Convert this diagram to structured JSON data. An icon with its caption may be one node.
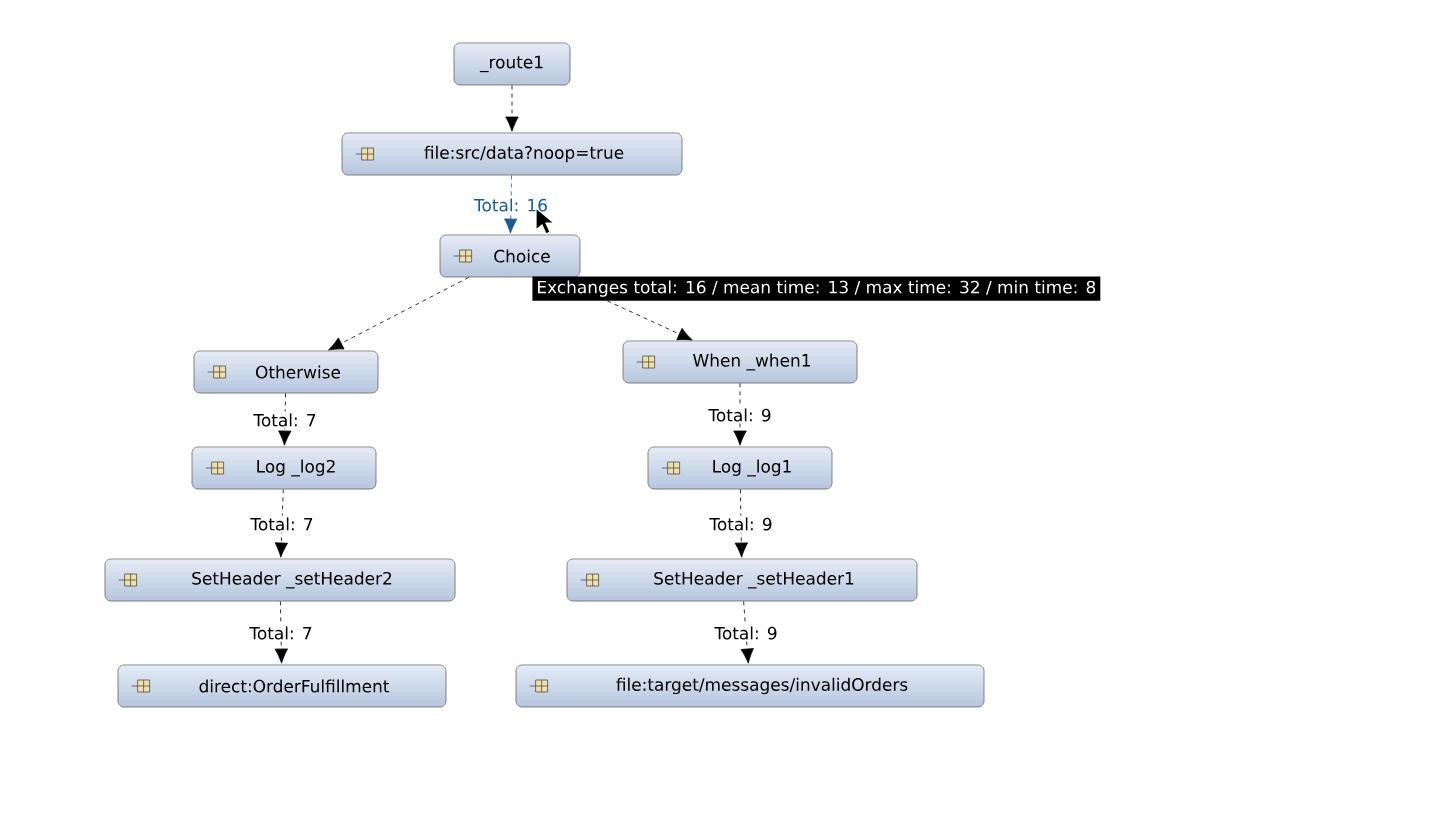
{
  "diagram": {
    "nodes": [
      {
        "text": [
          "_route1"
        ]
      },
      {
        "text": [
          "file:src/data?noop=true"
        ]
      },
      {
        "text": [
          "Choice"
        ]
      },
      {
        "text": [
          "Otherwise"
        ]
      },
      {
        "text": [
          "When _when1"
        ]
      },
      {
        "text": [
          "Log _log2"
        ]
      },
      {
        "text": [
          "Log _log1"
        ]
      },
      {
        "text": [
          "SetHeader _setHeader2"
        ]
      },
      {
        "text": [
          "SetHeader _setHeader1"
        ]
      },
      {
        "text": [
          "direct:OrderFulfillment"
        ]
      },
      {
        "text": [
          "file:target/messages/invalidOrders"
        ]
      }
    ],
    "edges": [
      {
        "from": 0,
        "to": 1,
        "arrow": "to",
        "style": "dashed"
      },
      {
        "from": 1,
        "to": 2,
        "arrow": "to",
        "style": "dashed",
        "label": "Total: 16",
        "color": "#1f5a8c"
      },
      {
        "from": 2,
        "to": 3,
        "arrow": "to",
        "style": "dashed"
      },
      {
        "from": 2,
        "to": 4,
        "arrow": "to",
        "style": "dashed"
      },
      {
        "from": 3,
        "to": 5,
        "arrow": "to",
        "style": "dashed",
        "label": "Total: 7"
      },
      {
        "from": 5,
        "to": 7,
        "arrow": "to",
        "style": "dashed",
        "label": "Total: 7"
      },
      {
        "from": 7,
        "to": 9,
        "arrow": "to",
        "style": "dashed",
        "label": "Total: 7"
      },
      {
        "from": 4,
        "to": 6,
        "arrow": "to",
        "style": "dashed",
        "label": "Total: 9"
      },
      {
        "from": 6,
        "to": 8,
        "arrow": "to",
        "style": "dashed",
        "label": "Total: 9"
      },
      {
        "from": 8,
        "to": 10,
        "arrow": "to",
        "style": "dashed",
        "label": "Total: 9"
      }
    ],
    "labels": [
      "Exchanges total: 16 / mean time: 13 / max time: 32 / min time: 8"
    ]
  }
}
